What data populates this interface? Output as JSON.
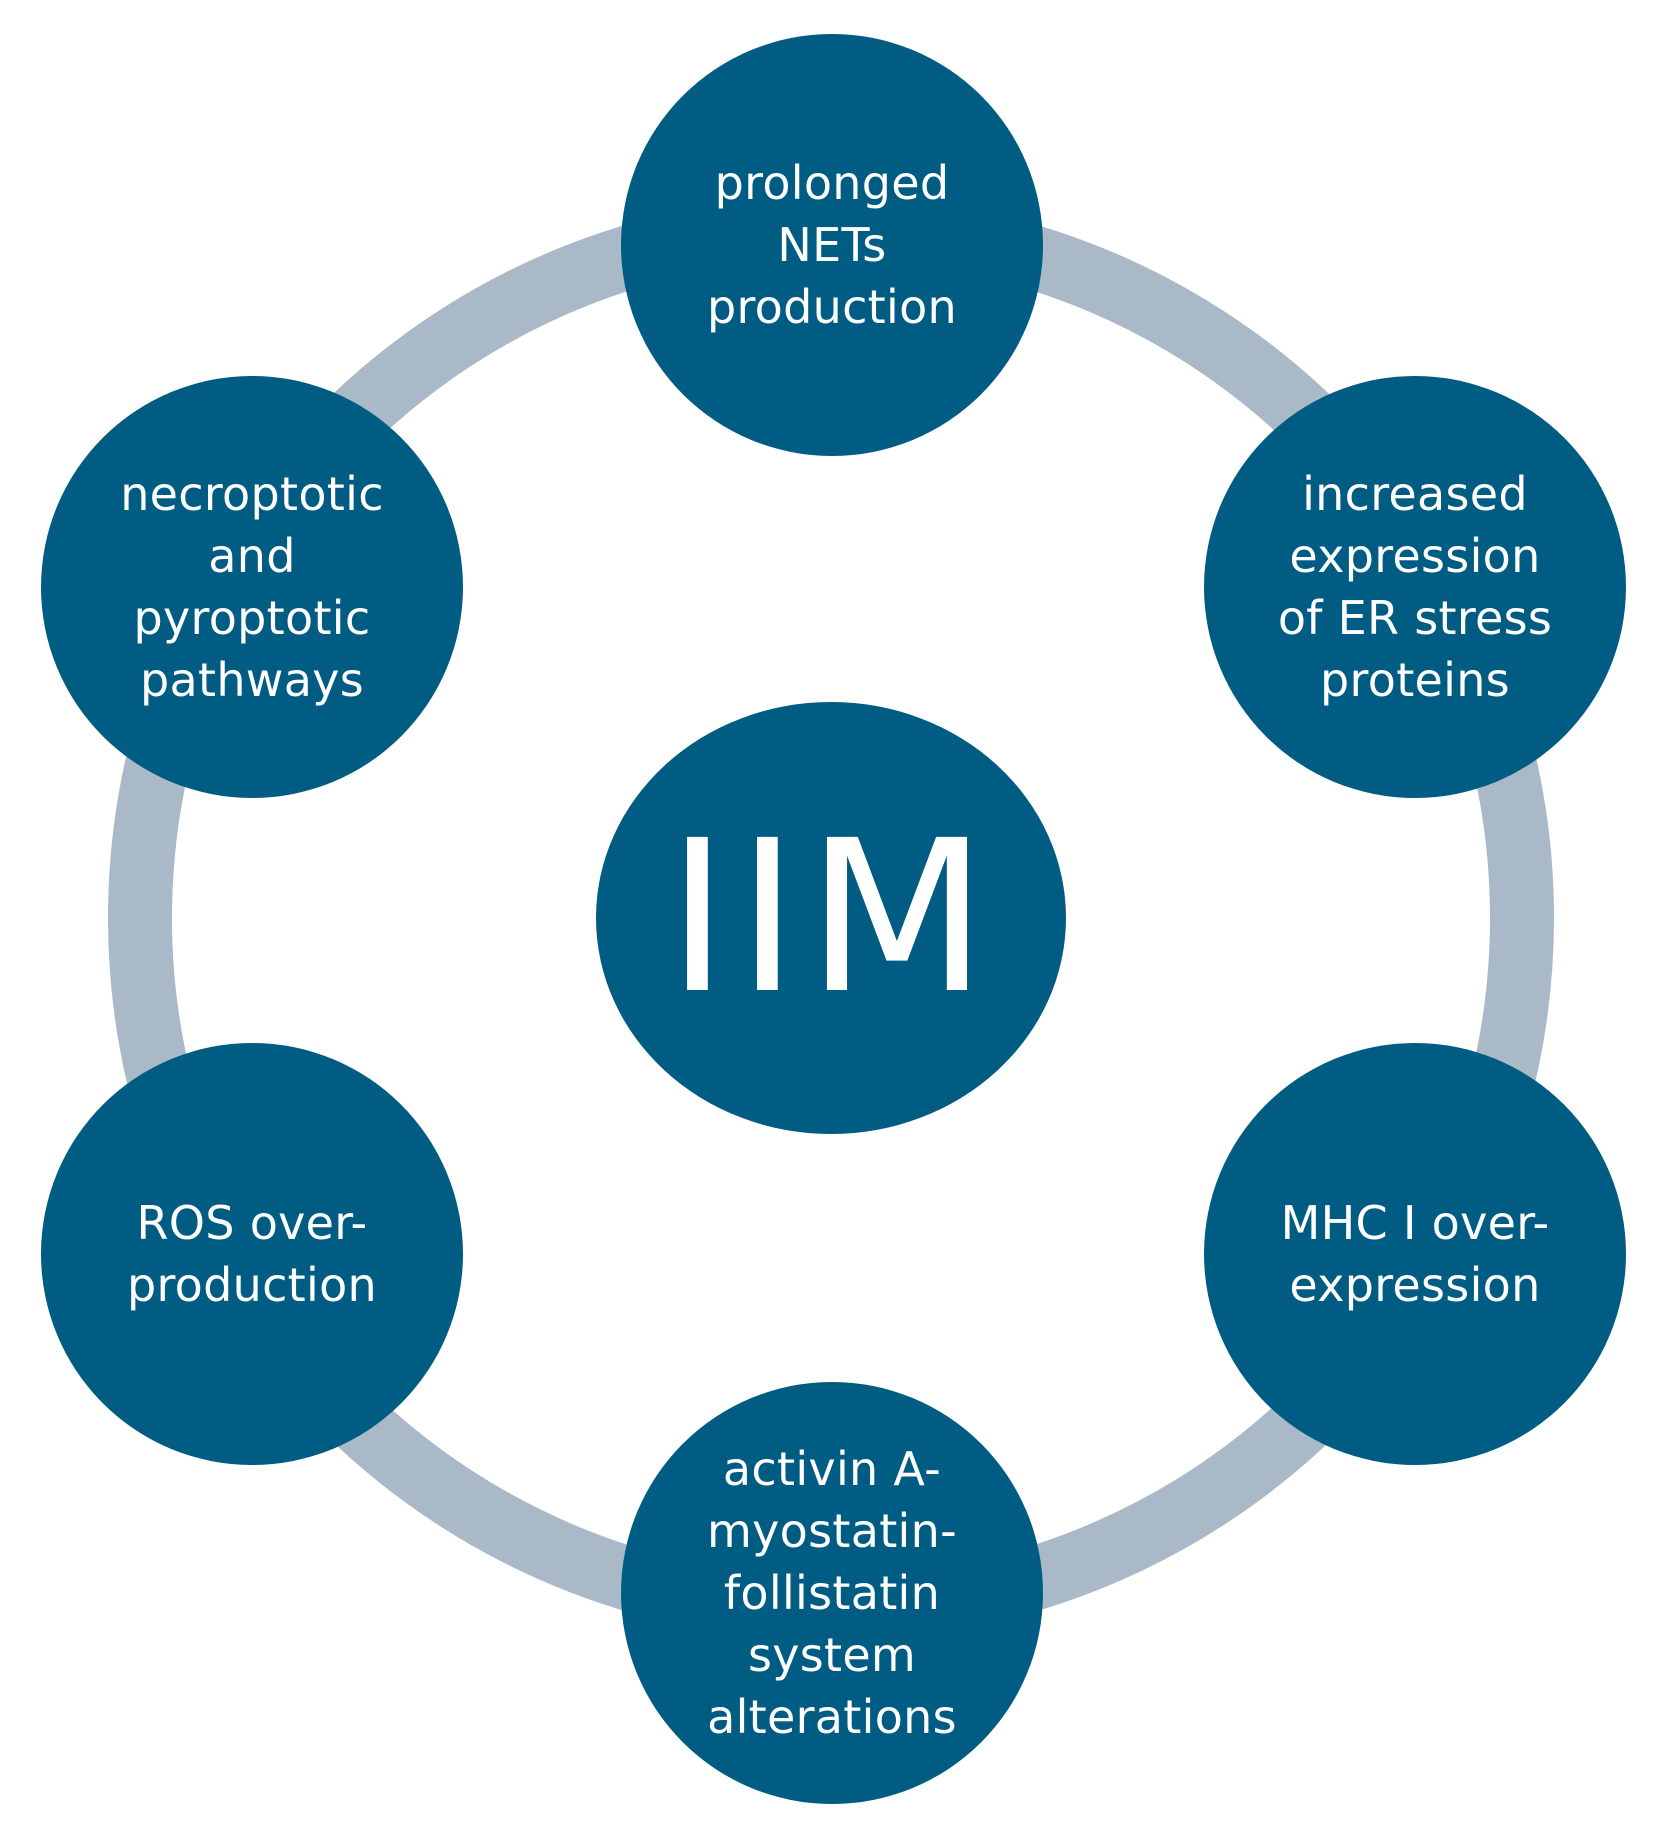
{
  "colors": {
    "node_fill": "#005c82",
    "ring": "#aab9c7",
    "label_text": "#ffffff"
  },
  "diagram": {
    "center": {
      "label": "IIM"
    },
    "nodes": [
      {
        "label": "prolonged\nNETs\nproduction"
      },
      {
        "label": "increased\nexpression\nof ER stress\nproteins"
      },
      {
        "label": "MHC I over-\nexpression"
      },
      {
        "label": "activin A-\nmyostatin-\nfollistatin\nsystem\nalterations"
      },
      {
        "label": "ROS over-\nproduction"
      },
      {
        "label": "necroptotic\nand\npyroptotic\npathways"
      }
    ]
  }
}
